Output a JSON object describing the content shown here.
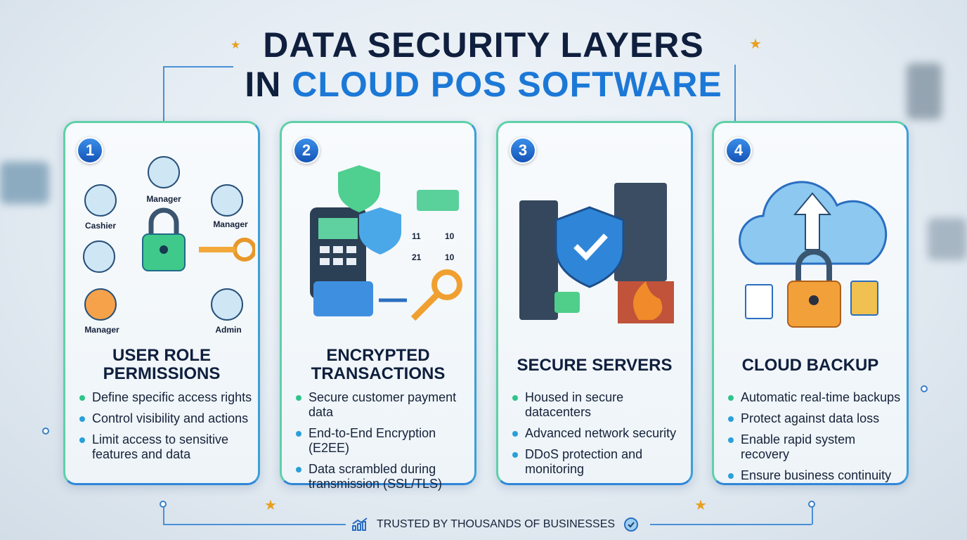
{
  "title": {
    "line1": "DATA SECURITY LAYERS",
    "line2_a": "IN ",
    "line2_b": "CLOUD POS SOFTWARE"
  },
  "colors": {
    "navy": "#0f1f3d",
    "accent": "#1c78d6",
    "green": "#2fc48a"
  },
  "cards": [
    {
      "number": "1",
      "title": [
        "USER ROLE",
        "PERMISSIONS"
      ],
      "roles": [
        "Manager",
        "Cashier",
        "Manager",
        "Manager",
        "Admin"
      ],
      "bullets": [
        "Define specific access rights",
        "Control visibility and actions",
        "Limit access to sensitive features and data"
      ]
    },
    {
      "number": "2",
      "title": [
        "ENCRYPTED",
        "TRANSACTIONS"
      ],
      "binary": [
        "11",
        "10",
        "21",
        "10"
      ],
      "bullets": [
        "Secure customer payment data",
        "End-to-End Encryption (E2EE)",
        "Data scrambled during transmission (SSL/TLS)"
      ]
    },
    {
      "number": "3",
      "title": [
        "SECURE SERVERS"
      ],
      "bullets": [
        "Housed in secure datacenters",
        "Advanced network security",
        "DDoS protection and monitoring"
      ]
    },
    {
      "number": "4",
      "title": [
        "CLOUD BACKUP"
      ],
      "bullets": [
        "Automatic real-time backups",
        "Protect against data loss",
        "Enable rapid system recovery",
        "Ensure business continuity"
      ]
    }
  ],
  "footer": {
    "text": "TRUSTED BY THOUSANDS OF BUSINESSES"
  }
}
